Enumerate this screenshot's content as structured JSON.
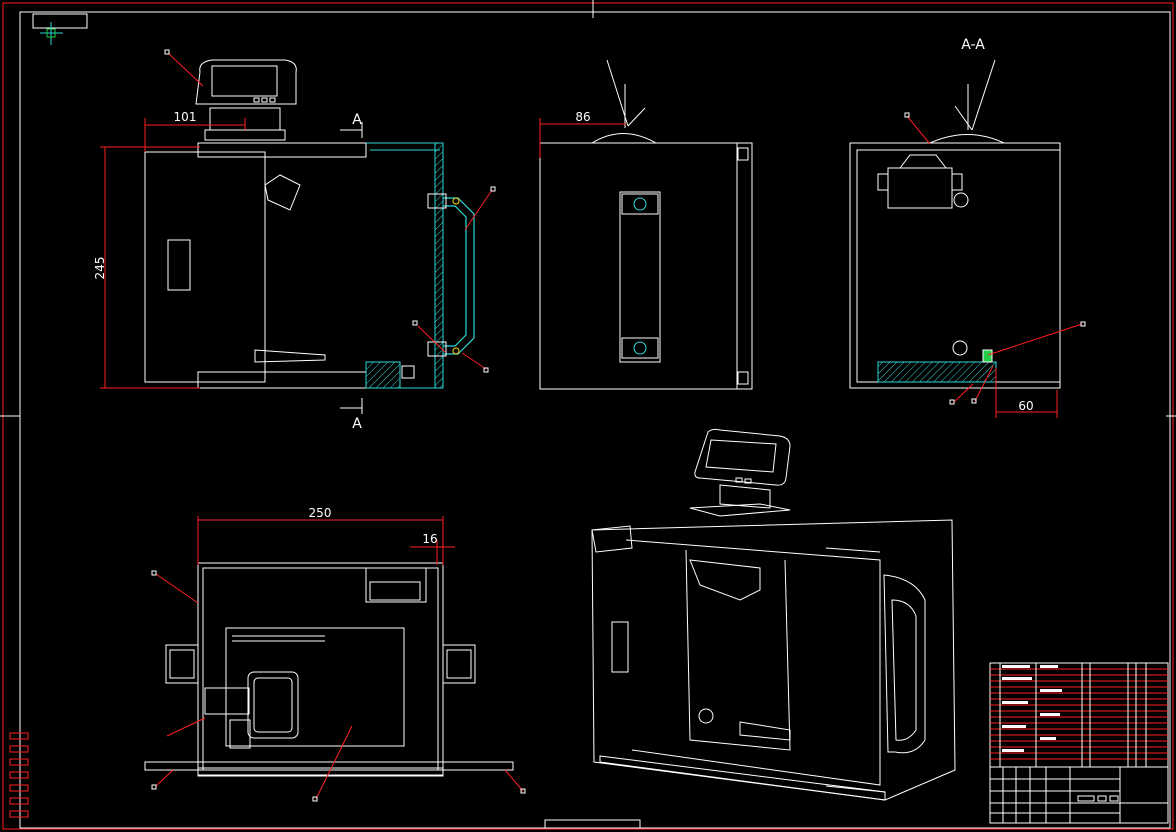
{
  "drawing": {
    "section_label": "A-A",
    "section_marker_top": "A",
    "section_marker_bottom": "A",
    "dimensions": {
      "width_101": "101",
      "height_245": "245",
      "width_86": "86",
      "width_60": "60",
      "width_250": "250",
      "width_16": "16"
    }
  },
  "colors": {
    "background": "#000000",
    "linework": "#ffffff",
    "border": "#ff2020",
    "section_hatch": "#2ed6d6",
    "highlight": "#22cc44"
  }
}
